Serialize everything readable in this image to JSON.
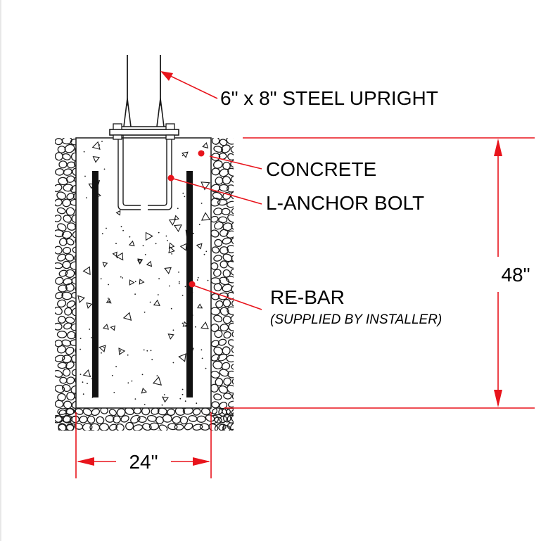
{
  "colors": {
    "dimension": "#e8141c",
    "linework": "#1a1a1a",
    "rebar": "#111111",
    "background": "#ffffff"
  },
  "labels": {
    "upright": "6\" x 8\" STEEL UPRIGHT",
    "concrete": "CONCRETE",
    "anchor": "L-ANCHOR BOLT",
    "rebar": "RE-BAR",
    "rebar_note": "(SUPPLIED BY INSTALLER)"
  },
  "dimensions": {
    "depth": "48\"",
    "width": "24\""
  }
}
